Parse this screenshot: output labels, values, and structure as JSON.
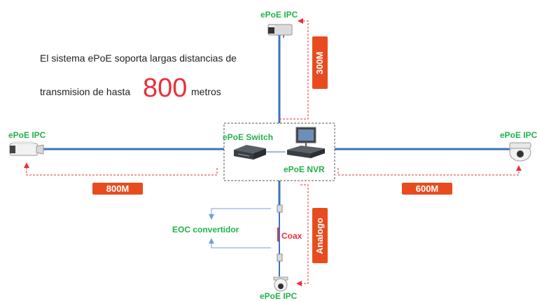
{
  "description": {
    "line1": "El sistema ePoE soporta largas distancias de",
    "line2_prefix": "transmision de hasta",
    "highlight": "800",
    "line2_suffix": "metros"
  },
  "nodes": {
    "ipc_top": "ePoE IPC",
    "ipc_left": "ePoE IPC",
    "ipc_right": "ePoE IPC",
    "ipc_bottom": "ePoE IPC",
    "switch": "ePoE Switch",
    "nvr": "ePoE NVR",
    "eoc": "EOC convertidor",
    "coax": "Coax"
  },
  "distances": {
    "top": "300M",
    "left": "800M",
    "right": "600M",
    "bottom": "Analogo"
  },
  "colors": {
    "cable": "#3b73b9",
    "label_green": "#22b24c",
    "badge_red": "#e84c1e",
    "arrow_red": "#e8303a",
    "eoc_arrow": "#6f9fd8"
  }
}
